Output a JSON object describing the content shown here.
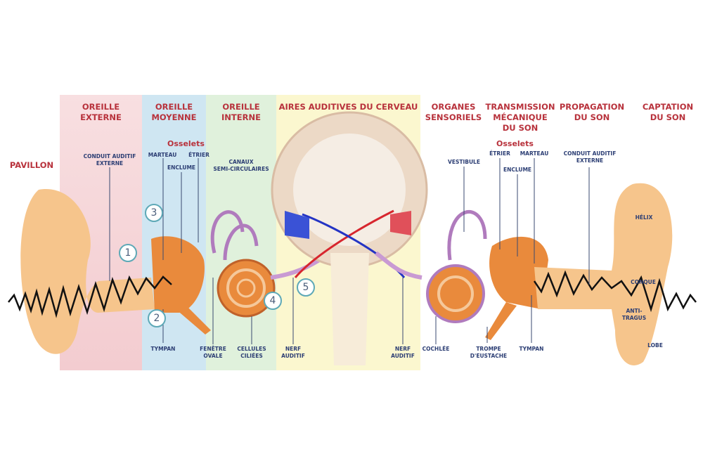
{
  "sections": [
    {
      "label": "OREILLE\nEXTERNE",
      "color": "#f5d3d6"
    },
    {
      "label": "OREILLE\nMOYENNE",
      "color": "#cfe6f2"
    },
    {
      "label": "OREILLE\nINTERNE",
      "color": "#def0dc"
    },
    {
      "label": "AIRES AUDITIVES DU CERVEAU",
      "color": "#fbf6cc"
    }
  ],
  "right_headers": [
    "ORGANES\nSENSORIELS",
    "TRANSMISSION\nMÉCANIQUE\nDU SON",
    "PROPAGATION\nDU SON",
    "CAPTATION\nDU SON"
  ],
  "left_labels": {
    "pavillon": "PAVILLON",
    "osselets": "Osselets",
    "conduit": "CONDUIT AUDITIF\nEXTERNE",
    "marteau": "MARTEAU",
    "enclume": "ENCLUME",
    "etrier": "ÉTRIER",
    "canaux": "CANAUX\nSEMI-CIRCULAIRES",
    "tympan": "TYMPAN",
    "fenetre": "FENÊTRE\nOVALE",
    "cellules": "CELLULES\nCILIÉES",
    "nerf_left": "NERF\nAUDITIF",
    "nerf_right": "NERF\nAUDITIF"
  },
  "right_labels": {
    "osselets": "Osselets",
    "vestibule": "VESTIBULE",
    "etrier": "ÉTRIER",
    "marteau": "MARTEAU",
    "enclume": "ENCLUME",
    "conduit": "CONDUIT AUDITIF\nEXTERNE",
    "helix": "HÉLIX",
    "conque": "CONQUE",
    "antitragus": "ANTI-\nTRAGUS",
    "lobe": "LOBE",
    "cochlee": "COCHLÉE",
    "trompe": "TROMPE\nD'EUSTACHE",
    "tympan": "TYMPAN"
  },
  "steps": [
    "1",
    "2",
    "3",
    "4",
    "5"
  ],
  "colors": {
    "header_red": "#b8323c",
    "label_blue": "#2c3e74",
    "skin": "#f6c58c",
    "middle_ear": "#e98a3c",
    "nerve_red": "#d7262e",
    "nerve_blue": "#2434c4"
  }
}
